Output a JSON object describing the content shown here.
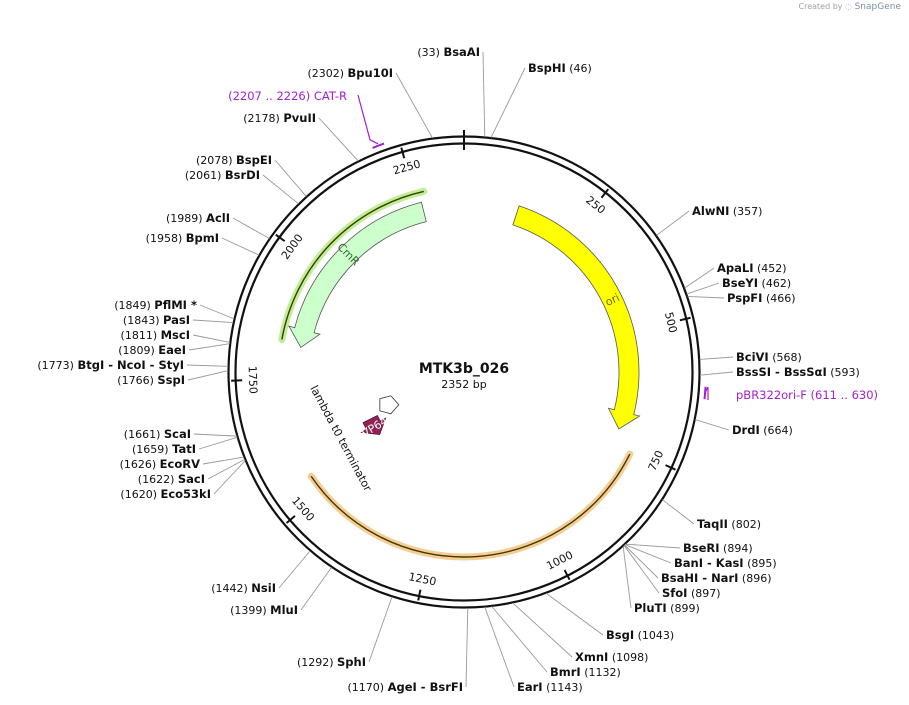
{
  "credit": {
    "prefix": "Created by",
    "brand": "SnapGene"
  },
  "plasmid": {
    "name": "MTK3b_026",
    "length_label": "2352 bp",
    "length": 2352
  },
  "ticks": [
    {
      "pos": 250,
      "label": "250"
    },
    {
      "pos": 500,
      "label": "500"
    },
    {
      "pos": 750,
      "label": "750"
    },
    {
      "pos": 1000,
      "label": "1000"
    },
    {
      "pos": 1250,
      "label": "1250"
    },
    {
      "pos": 1500,
      "label": "1500"
    },
    {
      "pos": 1750,
      "label": "1750"
    },
    {
      "pos": 2000,
      "label": "2000"
    },
    {
      "pos": 2250,
      "label": "2250"
    }
  ],
  "features": [
    {
      "name": "ori",
      "start": 120,
      "end": 720,
      "strand": 1,
      "color": "#ffff00",
      "label_color": "#6b6b00"
    },
    {
      "name": "CmR",
      "start": 1820,
      "end": 2260,
      "strand": -1,
      "color": "#ccffcc",
      "label_color": "#2a6a2a"
    },
    {
      "name": "lambda t0 terminator",
      "start": 1555,
      "end": 1585,
      "color": "#ffffff"
    },
    {
      "name": "VP64",
      "start": 1520,
      "end": 1560,
      "strand": -1,
      "color": "#8e2456",
      "label_color": "#ffffff"
    }
  ],
  "highlights": [
    {
      "start": 1830,
      "end": 2270,
      "color": "#b8ec88"
    },
    {
      "start": 760,
      "end": 1540,
      "color": "#f6c88a"
    }
  ],
  "primers": [
    {
      "name": "CAT-R",
      "range": "(2207 .. 2226)"
    },
    {
      "name": "pBR322ori-F",
      "range": "(611 .. 630)"
    }
  ],
  "sites_right": [
    [
      {
        "name": "BspHI",
        "pos": "(46)"
      }
    ],
    [
      {
        "name": "AlwNI",
        "pos": "(357)"
      }
    ],
    [
      {
        "name": "ApaLI",
        "pos": "(452)"
      }
    ],
    [
      {
        "name": "BseYI",
        "pos": "(462)"
      }
    ],
    [
      {
        "name": "PspFI",
        "pos": "(466)"
      }
    ],
    [
      {
        "name": "BciVI",
        "pos": "(568)"
      }
    ],
    [
      {
        "name": "BssSI",
        "pos": ""
      },
      {
        "name": "BssSαI",
        "pos": "(593)"
      }
    ],
    [
      {
        "name": "DrdI",
        "pos": "(664)"
      }
    ],
    [
      {
        "name": "TaqII",
        "pos": "(802)"
      }
    ],
    [
      {
        "name": "BseRI",
        "pos": "(894)"
      }
    ],
    [
      {
        "name": "BanI",
        "pos": ""
      },
      {
        "name": "KasI",
        "pos": "(895)"
      }
    ],
    [
      {
        "name": "BsaHI",
        "pos": ""
      },
      {
        "name": "NarI",
        "pos": "(896)"
      }
    ],
    [
      {
        "name": "SfoI",
        "pos": "(897)"
      }
    ],
    [
      {
        "name": "PluTI",
        "pos": "(899)"
      }
    ],
    [
      {
        "name": "BsgI",
        "pos": "(1043)"
      }
    ],
    [
      {
        "name": "XmnI",
        "pos": "(1098)"
      }
    ],
    [
      {
        "name": "BmrI",
        "pos": "(1132)"
      }
    ],
    [
      {
        "name": "EarI",
        "pos": "(1143)"
      }
    ]
  ],
  "sites_left": [
    [
      {
        "name": "BsaAI",
        "pos": "(33)"
      }
    ],
    [
      {
        "name": "Bpu10I",
        "pos": "(2302)"
      }
    ],
    [
      {
        "name": "PvuII",
        "pos": "(2178)"
      }
    ],
    [
      {
        "name": "BspEI",
        "pos": "(2078)"
      }
    ],
    [
      {
        "name": "BsrDI",
        "pos": "(2061)"
      }
    ],
    [
      {
        "name": "AclI",
        "pos": "(1989)"
      }
    ],
    [
      {
        "name": "BpmI",
        "pos": "(1958)"
      }
    ],
    [
      {
        "name": "PflMI",
        "pos": "(1849)",
        "star": "*"
      }
    ],
    [
      {
        "name": "PasI",
        "pos": "(1843)"
      }
    ],
    [
      {
        "name": "MscI",
        "pos": "(1811)"
      }
    ],
    [
      {
        "name": "EaeI",
        "pos": "(1809)"
      }
    ],
    [
      {
        "name": "BtgI",
        "pos": "(1773)"
      },
      {
        "name": "NcoI",
        "pos": ""
      },
      {
        "name": "StyI",
        "pos": ""
      }
    ],
    [
      {
        "name": "SspI",
        "pos": "(1766)"
      }
    ],
    [
      {
        "name": "ScaI",
        "pos": "(1661)"
      }
    ],
    [
      {
        "name": "TatI",
        "pos": "(1659)"
      }
    ],
    [
      {
        "name": "EcoRV",
        "pos": "(1626)"
      }
    ],
    [
      {
        "name": "SacI",
        "pos": "(1622)"
      }
    ],
    [
      {
        "name": "Eco53kI",
        "pos": "(1620)"
      }
    ],
    [
      {
        "name": "NsiI",
        "pos": "(1442)"
      }
    ],
    [
      {
        "name": "MluI",
        "pos": "(1399)"
      }
    ],
    [
      {
        "name": "SphI",
        "pos": "(1292)"
      }
    ],
    [
      {
        "name": "AgeI",
        "pos": "(1170)"
      },
      {
        "name": "BsrFI",
        "pos": ""
      }
    ]
  ]
}
